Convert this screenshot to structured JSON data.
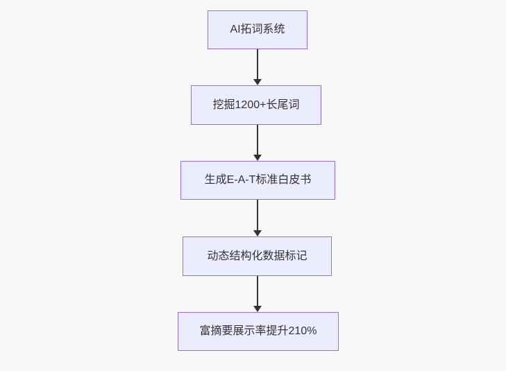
{
  "diagram": {
    "type": "flowchart-vertical",
    "nodes": [
      {
        "id": "A",
        "label": "AI拓词系统"
      },
      {
        "id": "B",
        "label": "挖掘1200+长尾词"
      },
      {
        "id": "C",
        "label": "生成E-A-T标准白皮书"
      },
      {
        "id": "D",
        "label": "动态结构化数据标记"
      },
      {
        "id": "E",
        "label": "富摘要展示率提升210%"
      }
    ],
    "edges": [
      {
        "from": "A",
        "to": "B"
      },
      {
        "from": "B",
        "to": "C"
      },
      {
        "from": "C",
        "to": "D"
      },
      {
        "from": "D",
        "to": "E"
      }
    ]
  },
  "colors": {
    "background": "#f8f8f8",
    "node_fill": "#ececff",
    "node_border": "#9370db",
    "arrow": "#333333",
    "text": "#333333"
  }
}
